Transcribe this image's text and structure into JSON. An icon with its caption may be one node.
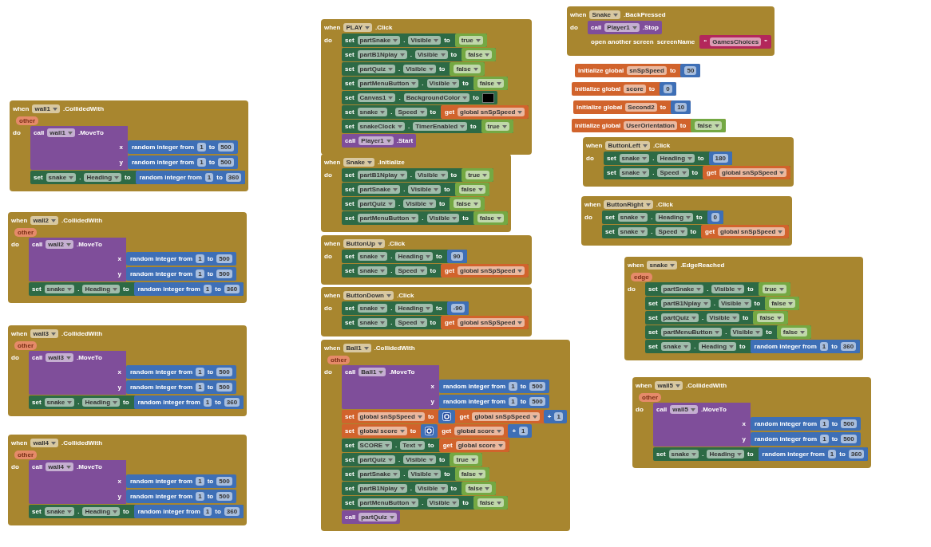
{
  "diagram": {
    "nodes": [
      {
        "text": [
          "when",
          "wall1",
          ".CollidedWith",
          "other",
          "do"
        ]
      },
      {
        "text": [
          "call",
          "wall1",
          ".MoveTo",
          "x",
          "random integer from",
          "1",
          "to",
          "500",
          "y",
          "random integer from",
          "1",
          "to",
          "500"
        ],
        "in": 0
      },
      {
        "text": [
          "set",
          "snake",
          ".",
          "Heading",
          "to",
          "random integer from",
          "1",
          "to",
          "360"
        ],
        "in": 0
      },
      {
        "text": [
          "when",
          "wall2",
          ".CollidedWith",
          "other",
          "do"
        ]
      },
      {
        "text": [
          "call",
          "wall2",
          ".MoveTo",
          "x",
          "random integer from",
          "1",
          "to",
          "500",
          "y",
          "random integer from",
          "1",
          "to",
          "500"
        ],
        "in": 3
      },
      {
        "text": [
          "set",
          "snake",
          ".",
          "Heading",
          "to",
          "random integer from",
          "1",
          "to",
          "360"
        ],
        "in": 3
      },
      {
        "text": [
          "when",
          "wall3",
          ".CollidedWith",
          "other",
          "do"
        ]
      },
      {
        "text": [
          "call",
          "wall3",
          ".MoveTo",
          "x",
          "random integer from",
          "1",
          "to",
          "500",
          "y",
          "random integer from",
          "1",
          "to",
          "500"
        ],
        "in": 6
      },
      {
        "text": [
          "set",
          "snake",
          ".",
          "Heading",
          "to",
          "random integer from",
          "1",
          "to",
          "360"
        ],
        "in": 6
      },
      {
        "text": [
          "when",
          "wall4",
          ".CollidedWith",
          "other",
          "do"
        ]
      },
      {
        "text": [
          "call",
          "wall4",
          ".MoveTo",
          "x",
          "random integer from",
          "1",
          "to",
          "500",
          "y",
          "random integer from",
          "1",
          "to",
          "500"
        ],
        "in": 9
      },
      {
        "text": [
          "set",
          "snake",
          ".",
          "Heading",
          "to",
          "random integer from",
          "1",
          "to",
          "360"
        ],
        "in": 9
      },
      {
        "text": [
          "when",
          "PLAY",
          ".Click",
          "do"
        ]
      },
      {
        "text": [
          "set",
          "partSnake",
          ".",
          "Visible",
          "to",
          "true"
        ],
        "in": 12
      },
      {
        "text": [
          "set",
          "partB1Nplay",
          ".",
          "Visible",
          "to",
          "false"
        ],
        "in": 12
      },
      {
        "text": [
          "set",
          "partQuiz",
          ".",
          "Visible",
          "to",
          "false"
        ],
        "in": 12
      },
      {
        "text": [
          "set",
          "partMenuButton",
          ".",
          "Visible",
          "to",
          "false"
        ],
        "in": 12
      },
      {
        "text": [
          "set",
          "Canvas1",
          ".",
          "BackgroundColor",
          "to"
        ],
        "in": 12
      },
      {
        "text": [
          "set",
          "snake",
          ".",
          "Speed",
          "to",
          "get",
          "global snSpSpeed"
        ],
        "in": 12
      },
      {
        "text": [
          "set",
          "snakeClock",
          ".",
          "TimerEnabled",
          "to",
          "true"
        ],
        "in": 12
      },
      {
        "text": [
          "call",
          "Player1",
          ".Start"
        ],
        "in": 12
      },
      {
        "text": [
          "when",
          "Snake",
          ".Initialize",
          "do"
        ]
      },
      {
        "text": [
          "set",
          "partB1Nplay",
          ".",
          "Visible",
          "to",
          "true"
        ],
        "in": 21
      },
      {
        "text": [
          "set",
          "partSnake",
          ".",
          "Visible",
          "to",
          "false"
        ],
        "in": 21
      },
      {
        "text": [
          "set",
          "partQuiz",
          ".",
          "Visible",
          "to",
          "false"
        ],
        "in": 21
      },
      {
        "text": [
          "set",
          "partMenuButton",
          ".",
          "Visible",
          "to",
          "false"
        ],
        "in": 21
      },
      {
        "text": [
          "when",
          "ButtonUp",
          ".Click",
          "do"
        ]
      },
      {
        "text": [
          "set",
          "snake",
          ".",
          "Heading",
          "to",
          "90"
        ],
        "in": 26
      },
      {
        "text": [
          "set",
          "snake",
          ".",
          "Speed",
          "to",
          "get",
          "global snSpSpeed"
        ],
        "in": 26
      },
      {
        "text": [
          "when",
          "ButtonDown",
          ".Click",
          "do"
        ]
      },
      {
        "text": [
          "set",
          "snake",
          ".",
          "Heading",
          "to",
          "-90"
        ],
        "in": 29
      },
      {
        "text": [
          "set",
          "snake",
          ".",
          "Speed",
          "to",
          "get",
          "global snSpSpeed"
        ],
        "in": 29
      },
      {
        "text": [
          "when",
          "Ball1",
          ".CollidedWith",
          "other",
          "do"
        ]
      },
      {
        "text": [
          "call",
          "Ball1",
          ".MoveTo",
          "x",
          "random integer from",
          "1",
          "to",
          "500",
          "y",
          "random integer from",
          "1",
          "to",
          "500"
        ],
        "in": 32
      },
      {
        "text": [
          "set",
          "global snSpSpeed",
          "to",
          "get",
          "global snSpSpeed",
          "+",
          "1"
        ],
        "in": 32
      },
      {
        "text": [
          "set",
          "global score",
          "to",
          "get",
          "global score",
          "+",
          "1"
        ],
        "in": 32
      },
      {
        "text": [
          "set",
          "SCORE",
          ".",
          "Text",
          "to",
          "get",
          "global score"
        ],
        "in": 32
      },
      {
        "text": [
          "set",
          "partQuiz",
          ".",
          "Visible",
          "to",
          "true"
        ],
        "in": 32
      },
      {
        "text": [
          "set",
          "partSnake",
          ".",
          "Visible",
          "to",
          "false"
        ],
        "in": 32
      },
      {
        "text": [
          "set",
          "partB1Nplay",
          ".",
          "Visible",
          "to",
          "false"
        ],
        "in": 32
      },
      {
        "text": [
          "set",
          "partMenuButton",
          ".",
          "Visible",
          "to",
          "false"
        ],
        "in": 32
      },
      {
        "text": [
          "call",
          "partQuiz"
        ],
        "in": 32
      },
      {
        "text": [
          "when",
          "Snake",
          ".BackPressed",
          "do"
        ]
      },
      {
        "text": [
          "call",
          "Player1",
          ".Stop"
        ],
        "in": 42
      },
      {
        "text": [
          "open another screen",
          "screenName",
          "“",
          "GamesChoices",
          "”"
        ],
        "in": 42
      },
      {
        "text": [
          "initialize global",
          "snSpSpeed",
          "to",
          "50"
        ]
      },
      {
        "text": [
          "initialize global",
          "score",
          "to",
          "0"
        ]
      },
      {
        "text": [
          "initialize global",
          "Second2",
          "to",
          "10"
        ]
      },
      {
        "text": [
          "initialize global",
          "UserOrientation",
          "to",
          "false"
        ]
      },
      {
        "text": [
          "when",
          "ButtonLeft",
          ".Click",
          "do"
        ]
      },
      {
        "text": [
          "set",
          "snake",
          ".",
          "Heading",
          "to",
          "180"
        ],
        "in": 49
      },
      {
        "text": [
          "set",
          "snake",
          ".",
          "Speed",
          "to",
          "get",
          "global snSpSpeed"
        ],
        "in": 49
      },
      {
        "text": [
          "when",
          "ButtonRight",
          ".Click",
          "do"
        ]
      },
      {
        "text": [
          "set",
          "snake",
          ".",
          "Heading",
          "to",
          "0"
        ],
        "in": 52
      },
      {
        "text": [
          "set",
          "snake",
          ".",
          "Speed",
          "to",
          "get",
          "global snSpSpeed"
        ],
        "in": 52
      },
      {
        "text": [
          "when",
          "snake",
          ".EdgeReached",
          "edge",
          "do"
        ]
      },
      {
        "text": [
          "set",
          "partSnake",
          ".",
          "Visible",
          "to",
          "true"
        ],
        "in": 55
      },
      {
        "text": [
          "set",
          "partB1Nplay",
          ".",
          "Visible",
          "to",
          "false"
        ],
        "in": 55
      },
      {
        "text": [
          "set",
          "partQuiz",
          ".",
          "Visible",
          "to",
          "false"
        ],
        "in": 55
      },
      {
        "text": [
          "set",
          "partMenuButton",
          ".",
          "Visible",
          "to",
          "false"
        ],
        "in": 55
      },
      {
        "text": [
          "set",
          "snake",
          ".",
          "Heading",
          "to",
          "random integer from",
          "1",
          "to",
          "360"
        ],
        "in": 55
      },
      {
        "text": [
          "when",
          "wall5",
          ".CollidedWith",
          "other",
          "do"
        ]
      },
      {
        "text": [
          "call",
          "wall5",
          ".MoveTo",
          "x",
          "random integer from",
          "1",
          "to",
          "500",
          "y",
          "random integer from",
          "1",
          "to",
          "500"
        ],
        "in": 61
      },
      {
        "text": [
          "set",
          "snake",
          ".",
          "Heading",
          "to",
          "random integer from",
          "1",
          "to",
          "360"
        ],
        "in": 61
      }
    ]
  }
}
